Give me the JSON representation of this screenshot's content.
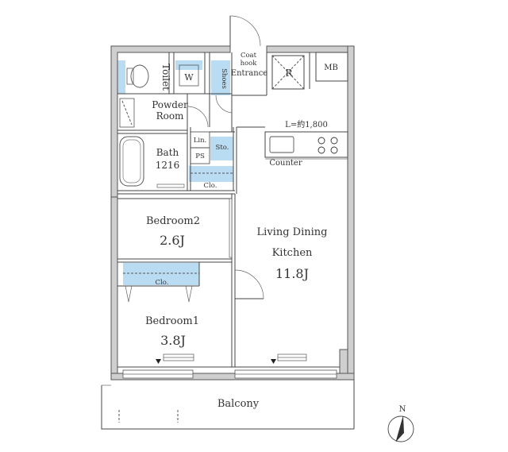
{
  "rooms": {
    "toilet": "Toilet",
    "w": "W",
    "shoes": "Shoes",
    "coat_hook_1": "Coat",
    "coat_hook_2": "hook",
    "entrance": "Entrance",
    "r": "R",
    "mb": "MB",
    "powder_1": "Powder",
    "powder_2": "Room",
    "bath_1": "Bath",
    "bath_2": "1216",
    "lin": "Lin.",
    "sto": "Sto.",
    "ps": "PS",
    "clo_upper": "Clo.",
    "clo_lower": "Clo.",
    "kitchen_length": "L=約1,800",
    "counter": "Counter",
    "bedroom2": "Bedroom2",
    "bedroom2_size": "2.6J",
    "ldk_1": "Living Dining",
    "ldk_2": "Kitchen",
    "ldk_size": "11.8J",
    "bedroom1": "Bedroom1",
    "bedroom1_size": "3.8J",
    "balcony": "Balcony"
  },
  "compass": {
    "north": "N"
  },
  "colors": {
    "utility_fill": "#b9dcf2",
    "wall_fill": "#cfcfcf"
  }
}
